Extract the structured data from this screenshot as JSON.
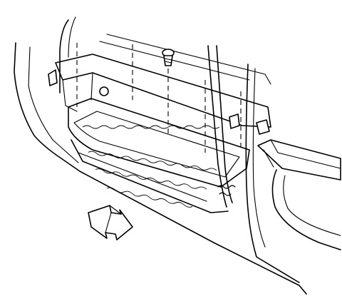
{
  "diagram": {
    "line_color": "#000000",
    "background": "#ffffff",
    "parts": [
      "door-sill-plate",
      "sill-plate-screw",
      "retaining-clip",
      "rocker-trim-panel",
      "direction-arrow-icon"
    ]
  }
}
